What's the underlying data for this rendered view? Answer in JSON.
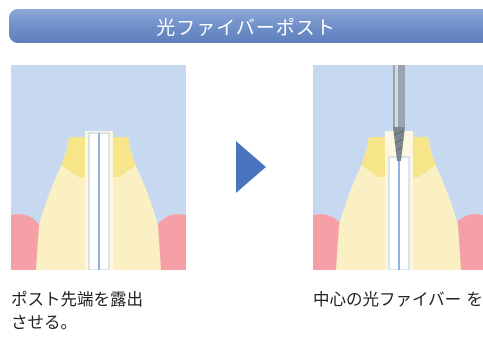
{
  "header": {
    "title": "光ファイバーポスト"
  },
  "steps": [
    {
      "caption": "ポスト先端を露出\nさせる。"
    },
    {
      "caption": "中心の光ファイバー\nをガイドとして拡大。"
    }
  ],
  "icons": {
    "step_arrow": "triangle-right-icon",
    "drill": "drill-bur-icon"
  },
  "colors": {
    "header": "#6e8ec8",
    "sky": "#c7d9f1",
    "tooth": "#fbf0c4",
    "enamel": "#f7e58a",
    "gum": "#f4a0a6",
    "post": "#ffffff",
    "fiber": "#8fb2e0",
    "arrow": "#4a74bd"
  }
}
